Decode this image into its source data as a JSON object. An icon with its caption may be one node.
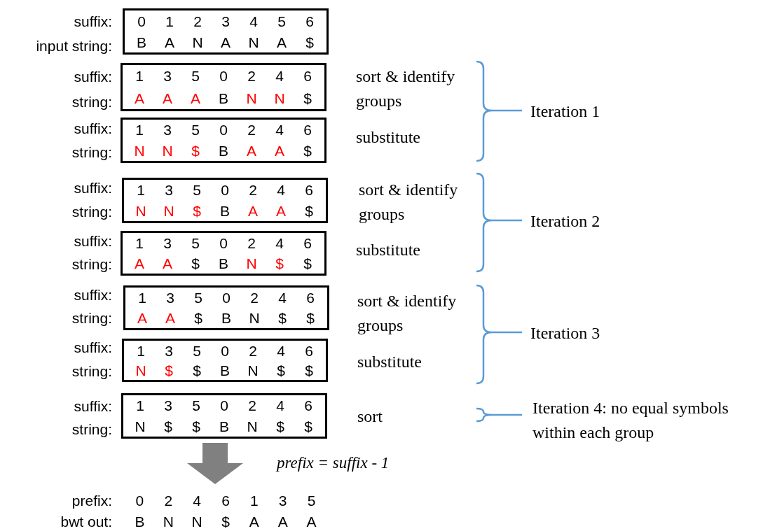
{
  "diagram": {
    "nodes": [
      {
        "text": [
          "0",
          "1",
          "2",
          "3",
          "4",
          "5",
          "6",
          "B",
          "A",
          "N",
          "A",
          "N",
          "A",
          "$"
        ]
      },
      {
        "text": [
          "1",
          "3",
          "5",
          "0",
          "2",
          "4",
          "6",
          "A",
          "A",
          "A",
          "B",
          "N",
          "N",
          "$"
        ]
      },
      {
        "text": [
          "1",
          "3",
          "5",
          "0",
          "2",
          "4",
          "6",
          "N",
          "N",
          "$",
          "B",
          "A",
          "A",
          "$"
        ]
      },
      {
        "text": [
          "1",
          "3",
          "5",
          "0",
          "2",
          "4",
          "6",
          "N",
          "N",
          "$",
          "B",
          "A",
          "A",
          "$"
        ]
      },
      {
        "text": [
          "1",
          "3",
          "5",
          "0",
          "2",
          "4",
          "6",
          "A",
          "A",
          "$",
          "B",
          "N",
          "$",
          "$"
        ]
      },
      {
        "text": [
          "1",
          "3",
          "5",
          "0",
          "2",
          "4",
          "6",
          "A",
          "A",
          "$",
          "B",
          "N",
          "$",
          "$"
        ]
      },
      {
        "text": [
          "1",
          "3",
          "5",
          "0",
          "2",
          "4",
          "6",
          "N",
          "$",
          "$",
          "B",
          "N",
          "$",
          "$"
        ]
      },
      {
        "text": [
          "1",
          "3",
          "5",
          "0",
          "2",
          "4",
          "6",
          "N",
          "$",
          "$",
          "B",
          "N",
          "$",
          "$"
        ]
      },
      {
        "text": [
          "0",
          "2",
          "4",
          "6",
          "1",
          "3",
          "5",
          "B",
          "N",
          "N",
          "$",
          "A",
          "A",
          "A"
        ]
      }
    ],
    "edges": [
      {
        "from": 7,
        "to": 8,
        "arrow": "to",
        "label": "prefix = suffix - 1",
        "style": "thick",
        "color": "#808080"
      }
    ],
    "labels": [
      "suffix:",
      "input string:",
      "suffix:",
      "string:",
      "sort & identify groups",
      "Iteration 1",
      "suffix:",
      "string:",
      "substitute",
      "suffix:",
      "string:",
      "sort & identify groups",
      "Iteration 2",
      "suffix:",
      "string:",
      "substitute",
      "suffix:",
      "string:",
      "sort & identify groups",
      "Iteration 3",
      "suffix:",
      "string:",
      "substitute",
      "suffix:",
      "string:",
      "sort",
      "Iteration 4: no equal symbols within each group",
      "prefix:",
      "bwt out:"
    ]
  }
}
